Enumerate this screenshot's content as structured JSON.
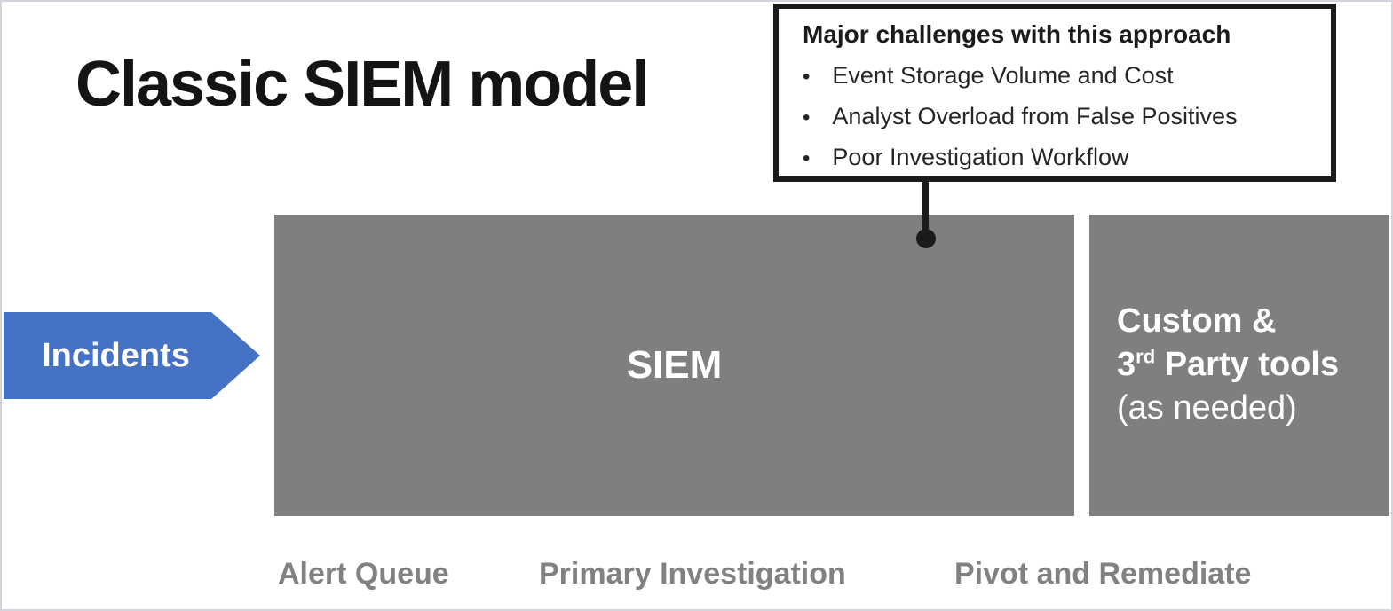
{
  "slide": {
    "title": "Classic SIEM model",
    "callout": {
      "heading": "Major challenges with this approach",
      "bullets": [
        "Event Storage Volume and Cost",
        "Analyst Overload from False Positives",
        "Poor Investigation Workflow"
      ]
    },
    "incidents_label": "Incidents",
    "siem_label": "SIEM",
    "custom_box": {
      "line1": "Custom &",
      "line2_base": "3",
      "line2_sup": "rd",
      "line2_rest": " Party tools",
      "line3": "(as needed)"
    },
    "bottom_labels": {
      "alert_queue": "Alert Queue",
      "primary_investigation": "Primary Investigation",
      "pivot_and_remediate": "Pivot and Remediate"
    },
    "colors": {
      "arrow_blue": "#4472C4",
      "box_gray": "#7F7F7F",
      "stage_label_gray": "#818181",
      "callout_border_black": "#1B1B1B",
      "title_black": "#141414",
      "slide_border": "#D3D4DE"
    }
  }
}
